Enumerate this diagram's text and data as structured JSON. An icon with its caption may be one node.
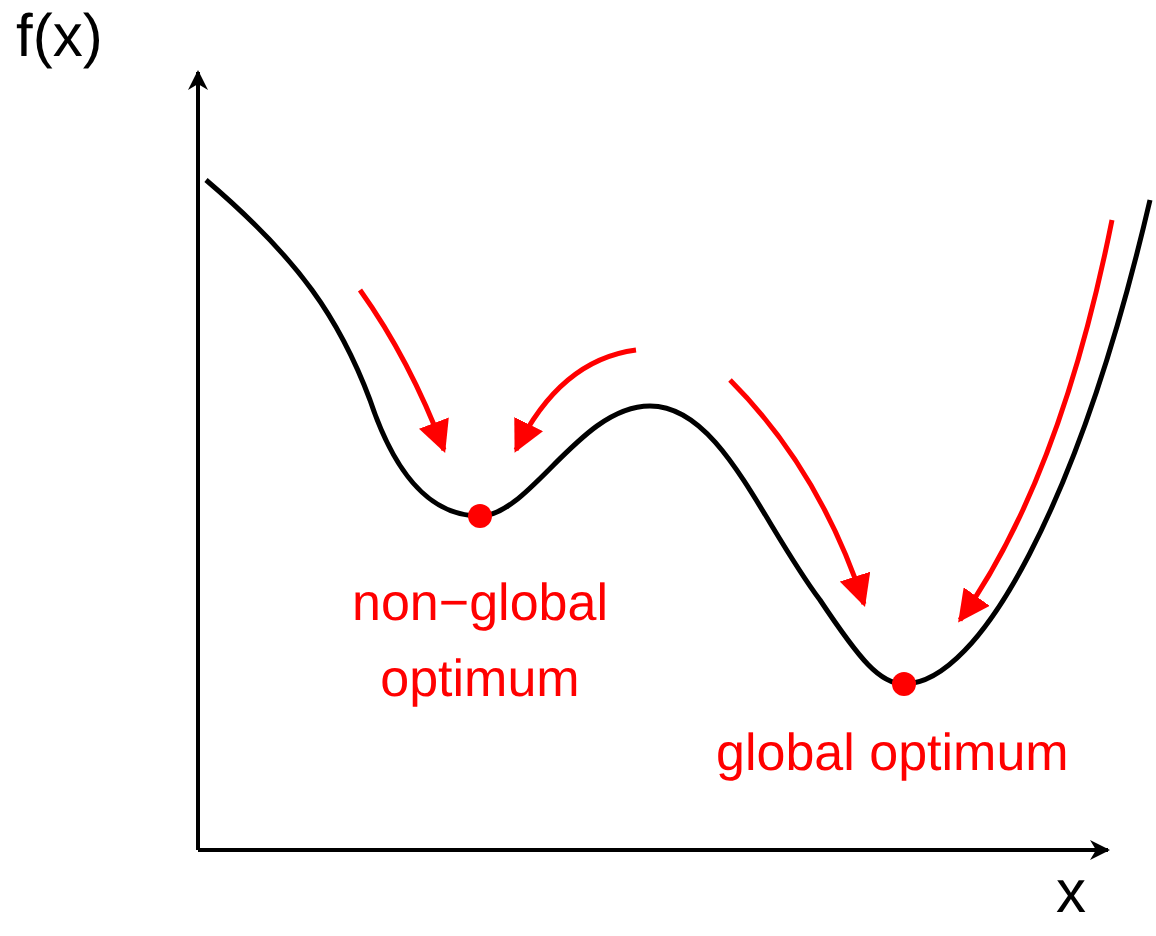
{
  "diagram": {
    "labels": [
      "f(x)",
      "non−global optimum",
      "global optimum",
      "x"
    ]
  }
}
